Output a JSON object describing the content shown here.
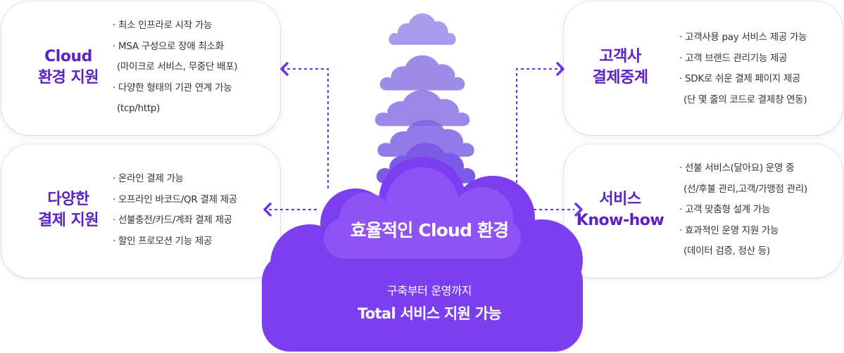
{
  "colors": {
    "accent": "#5b21c4",
    "cloud_main": "#7c3aed",
    "cloud_light": "#9b7fe6",
    "arrow": "#6d35e0"
  },
  "cards": [
    {
      "id": "cloud-env",
      "title": "Cloud\n환경 지원",
      "bullets": [
        "· 최소 인프라로 시작 가능",
        "· MSA 구성으로 장애 최소화",
        "  (마이크로 서비스, 무중단 배포)",
        "· 다양한 형태의 기관 연계 가능",
        "  (tcp/http)"
      ]
    },
    {
      "id": "payments",
      "title": "다양한\n결제 지원",
      "bullets": [
        "· 온라인 결제 가능",
        "· 오프라인 바코드/QR 결제 제공",
        "· 선불충전/카드/계좌 결제 제공",
        "· 할인 프로모션 기능 제공"
      ]
    },
    {
      "id": "merchant",
      "title": "고객사\n결제중계",
      "bullets": [
        "· 고객사용 pay 서비스 제공 가능",
        "· 고객 브랜드 관리기능 제공",
        "· SDK로 쉬운 결제 페이지 제공",
        "  (단 몇 줄의 코드로 결제창 연동)"
      ]
    },
    {
      "id": "knowhow",
      "title": "서비스\nKnow-how",
      "bullets": [
        "· 선불 서비스(달아요) 운영 중",
        "  (선/후불 관리,고객/가맹점 관리)",
        "· 고객 맞춤형 설계 가능",
        "· 효과적인 운영 지원 가능",
        "  (데이터 검증, 정산 등)"
      ]
    }
  ],
  "center": {
    "title": "효율적인 Cloud 환경",
    "subtitle": "구축부터 운영까지",
    "main": "Total 서비스 지원 가능"
  }
}
